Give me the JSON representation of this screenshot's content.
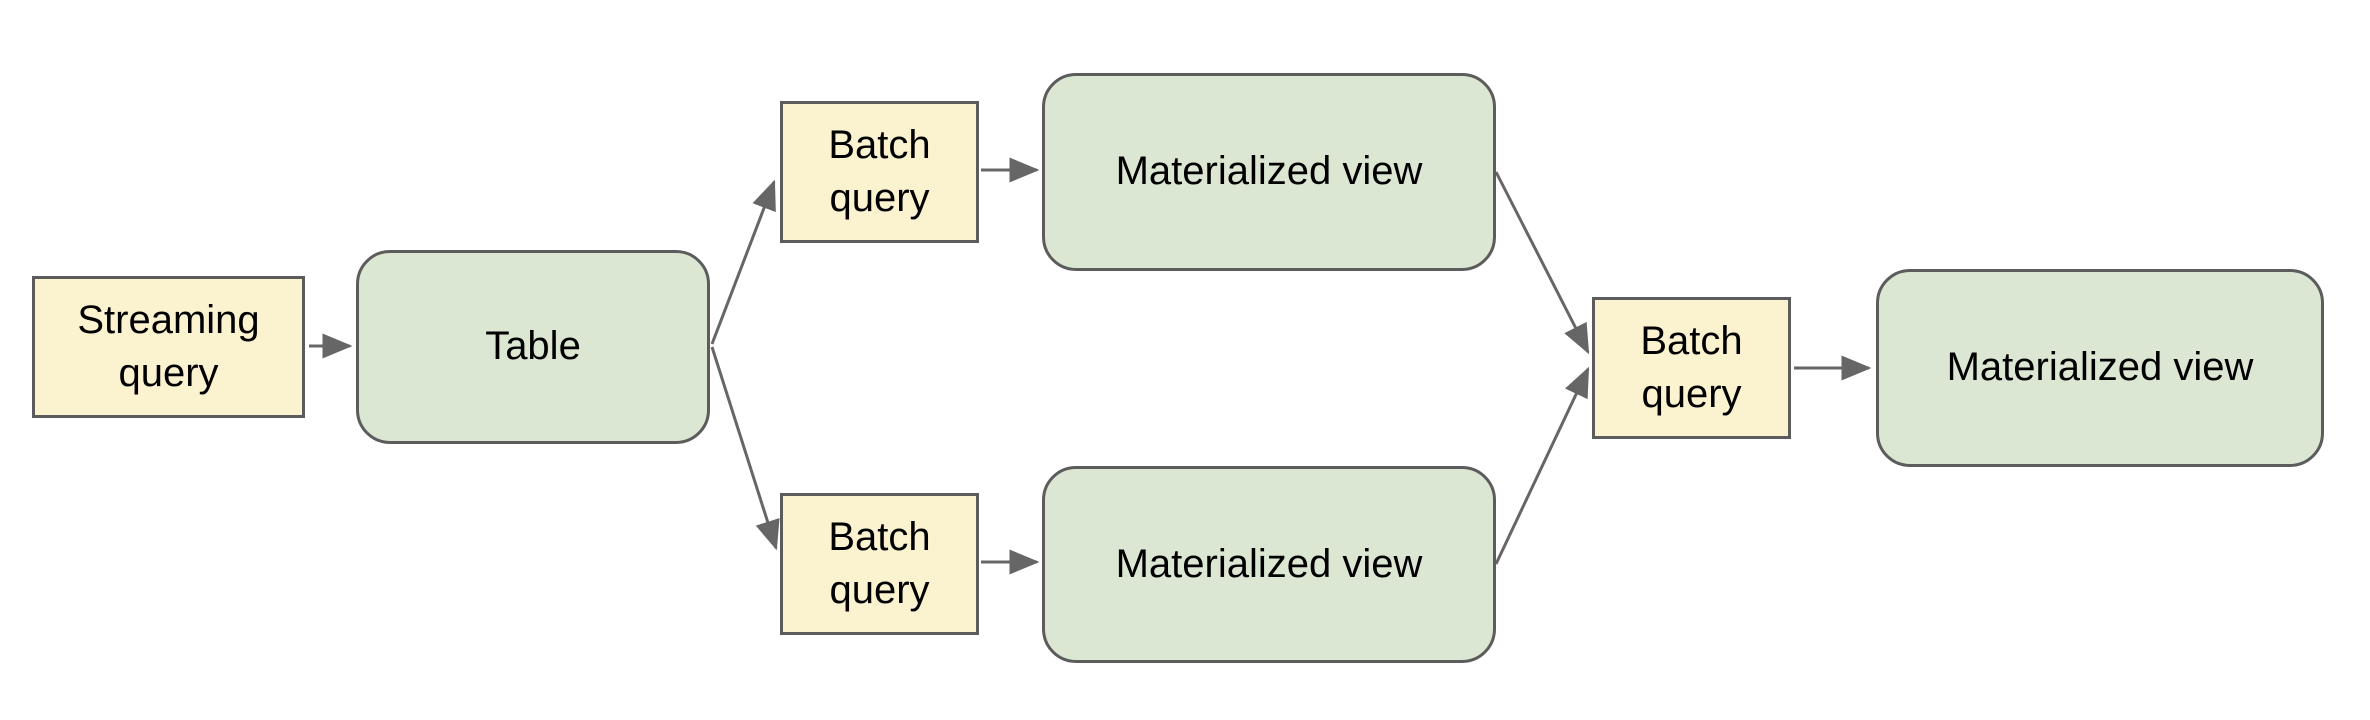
{
  "diagram": {
    "background": "#ffffff",
    "colors": {
      "query_fill": "#fbf2d0",
      "view_fill": "#dbe7d3",
      "shape_border": "#5c5c5c",
      "arrow": "#666666",
      "text": "#000000"
    },
    "nodes": {
      "streaming_query": {
        "label": "Streaming query",
        "type": "query"
      },
      "table": {
        "label": "Table",
        "type": "table"
      },
      "batch_query_top": {
        "label": "Batch query",
        "type": "query"
      },
      "materialized_view_top": {
        "label": "Materialized view",
        "type": "view"
      },
      "batch_query_bottom": {
        "label": "Batch query",
        "type": "query"
      },
      "materialized_view_bottom": {
        "label": "Materialized view",
        "type": "view"
      },
      "batch_query_right": {
        "label": "Batch query",
        "type": "query"
      },
      "materialized_view_right": {
        "label": "Materialized view",
        "type": "view"
      }
    },
    "edges": [
      {
        "from": "streaming_query",
        "to": "table"
      },
      {
        "from": "table",
        "to": "batch_query_top"
      },
      {
        "from": "batch_query_top",
        "to": "materialized_view_top"
      },
      {
        "from": "table",
        "to": "batch_query_bottom"
      },
      {
        "from": "batch_query_bottom",
        "to": "materialized_view_bottom"
      },
      {
        "from": "materialized_view_top",
        "to": "batch_query_right"
      },
      {
        "from": "materialized_view_bottom",
        "to": "batch_query_right"
      },
      {
        "from": "batch_query_right",
        "to": "materialized_view_right"
      }
    ]
  }
}
